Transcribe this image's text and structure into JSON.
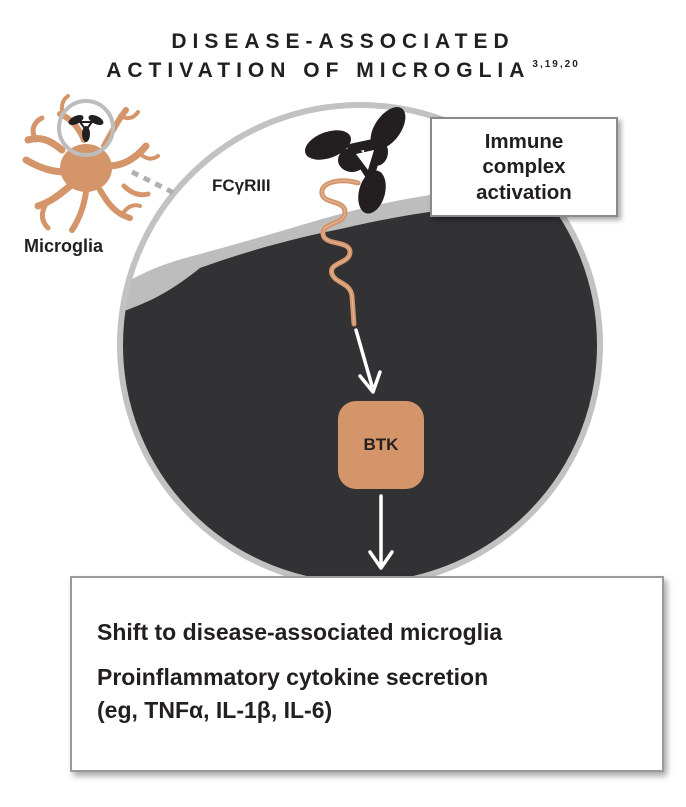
{
  "title": {
    "line1": "DISEASE-ASSOCIATED",
    "line2": "ACTIVATION OF MICROGLIA",
    "refs": "3,19,20"
  },
  "labels": {
    "microglia": "Microglia",
    "receptor": "FCγRIII",
    "callout": "Immune complex activation",
    "enzyme": "BTK"
  },
  "outcome": {
    "line1": "Shift to disease-associated microglia",
    "line2": "Proinflammatory cytokine secretion",
    "line3": "(eg, TNFα, IL-1β, IL-6)"
  },
  "colors": {
    "cell_interior": "#323134",
    "membrane": "#b9b9b9",
    "microglia": "#d4956a",
    "immune_complex": "#231f20",
    "text": "#231f20"
  },
  "icons": [
    "microglia-cell-icon",
    "immune-complex-icon",
    "receptor-chain-icon",
    "arrow-down-icon"
  ]
}
